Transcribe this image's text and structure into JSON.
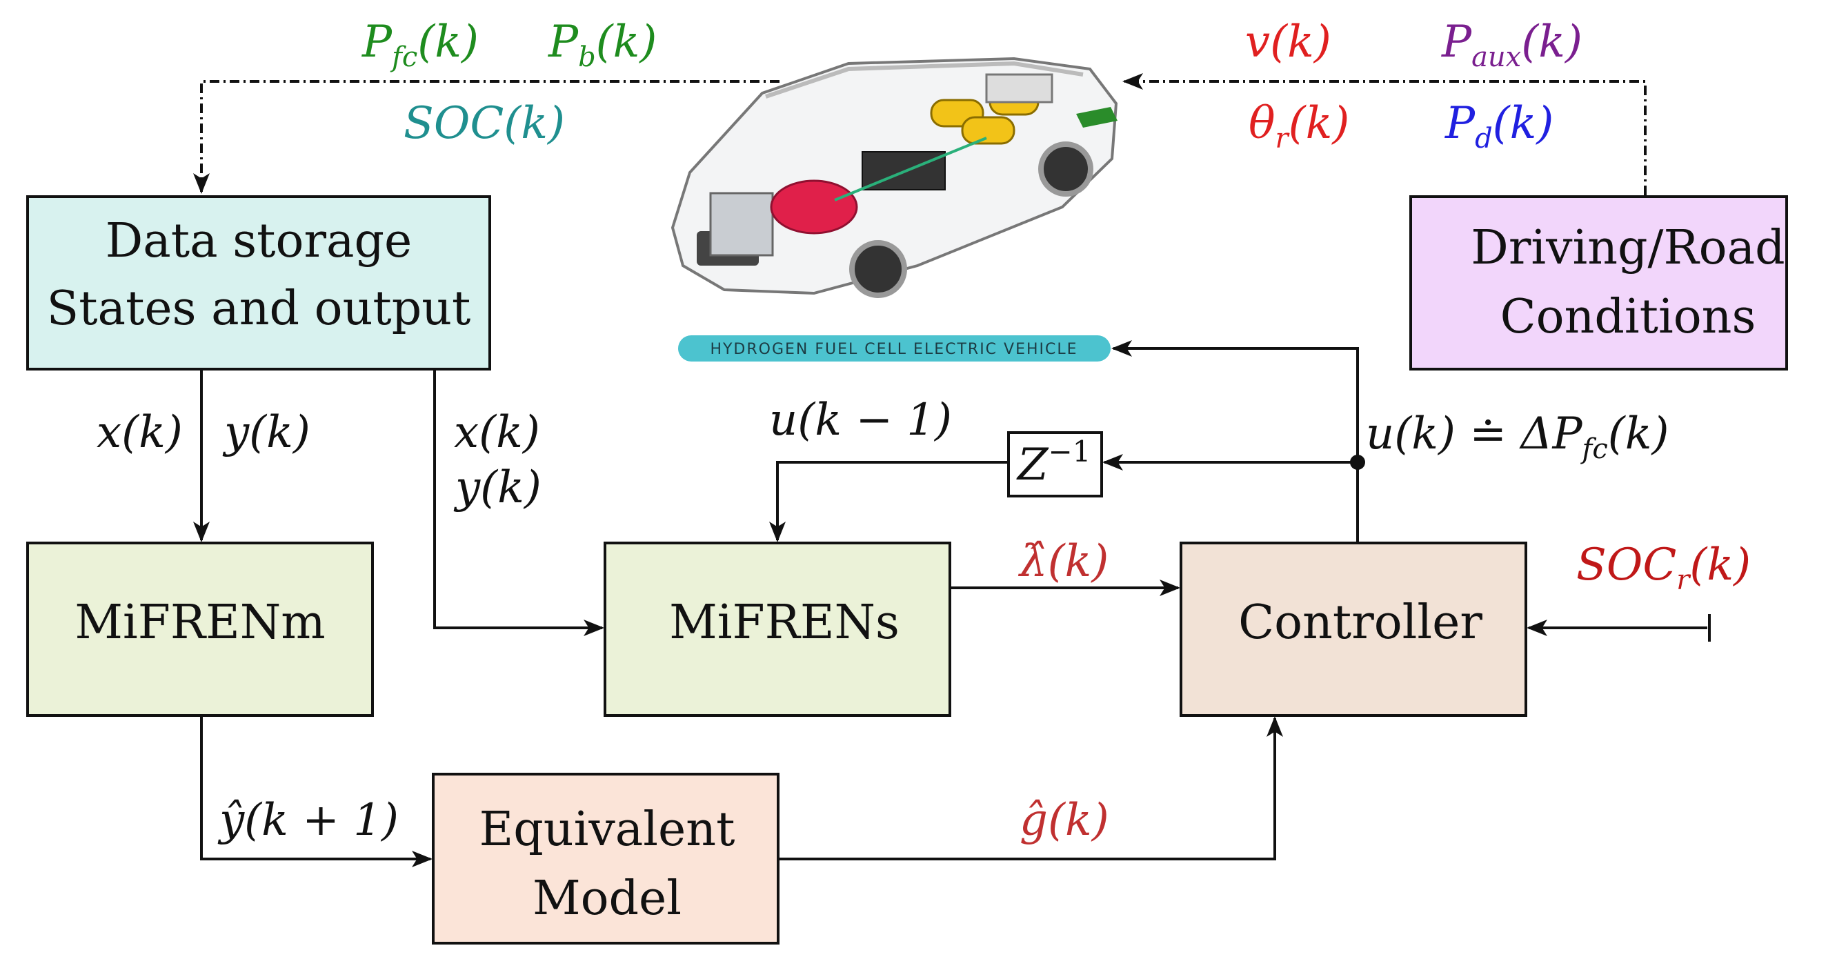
{
  "blocks": {
    "data_storage": {
      "line1": "Data storage",
      "line2": "States and output"
    },
    "driving_road": {
      "line1": "Driving/Road",
      "line2": "Conditions"
    },
    "mifrenm": {
      "label": "MiFRENm"
    },
    "mifrens": {
      "label": "MiFRENs"
    },
    "controller": {
      "label": "Controller"
    },
    "equivalent_model": {
      "line1": "Equivalent",
      "line2": "Model"
    },
    "delay": {
      "label": "Z",
      "exponent": "−1"
    }
  },
  "vehicle": {
    "label": "HYDROGEN  FUEL  CELL  ELECTRIC  VEHICLE"
  },
  "signals": {
    "pfc": {
      "main": "P",
      "sub": "fc",
      "arg": "(k)",
      "color": "#1e8c1e"
    },
    "pb": {
      "main": "P",
      "sub": "b",
      "arg": "(k)",
      "color": "#1e8c1e"
    },
    "soc": {
      "text": "SOC(k)",
      "color": "#1f8f8f"
    },
    "v": {
      "text": "v(k)",
      "color": "#e02020"
    },
    "theta_r": {
      "main": "θ",
      "sub": "r",
      "arg": "(k)",
      "color": "#e02020"
    },
    "paux": {
      "main": "P",
      "sub": "aux",
      "arg": "(k)",
      "color": "#7a1f8f"
    },
    "pd": {
      "main": "P",
      "sub": "d",
      "arg": "(k)",
      "color": "#2020e0"
    },
    "x_left": {
      "text": "x(k)"
    },
    "y_left": {
      "text": "y(k)"
    },
    "x_right": {
      "text": "x(k)"
    },
    "y_right": {
      "text": "y(k)"
    },
    "u_prev": {
      "text": "u(k − 1)"
    },
    "u_def": {
      "left": "u(k) ≐ ΔP",
      "sub": "fc",
      "right": "(k)"
    },
    "lambda_hat": {
      "text": "λ̂(k)",
      "color": "#c03030"
    },
    "soc_r": {
      "main": "SOC",
      "sub": "r",
      "arg": "(k)",
      "color": "#c01818"
    },
    "y_hat": {
      "text": "ŷ(k + 1)"
    },
    "g_hat": {
      "text": "ĝ(k)",
      "color": "#c03030"
    }
  },
  "colors": {
    "data_storage_fill": "#d8f2ef",
    "driving_fill": "#f2d6fb",
    "mifren_fill": "#ebf2d8",
    "controller_fill": "#f2e2d6",
    "equivalent_fill": "#fbe4d8",
    "vehicle_label_bg": "#4cc3cf"
  }
}
